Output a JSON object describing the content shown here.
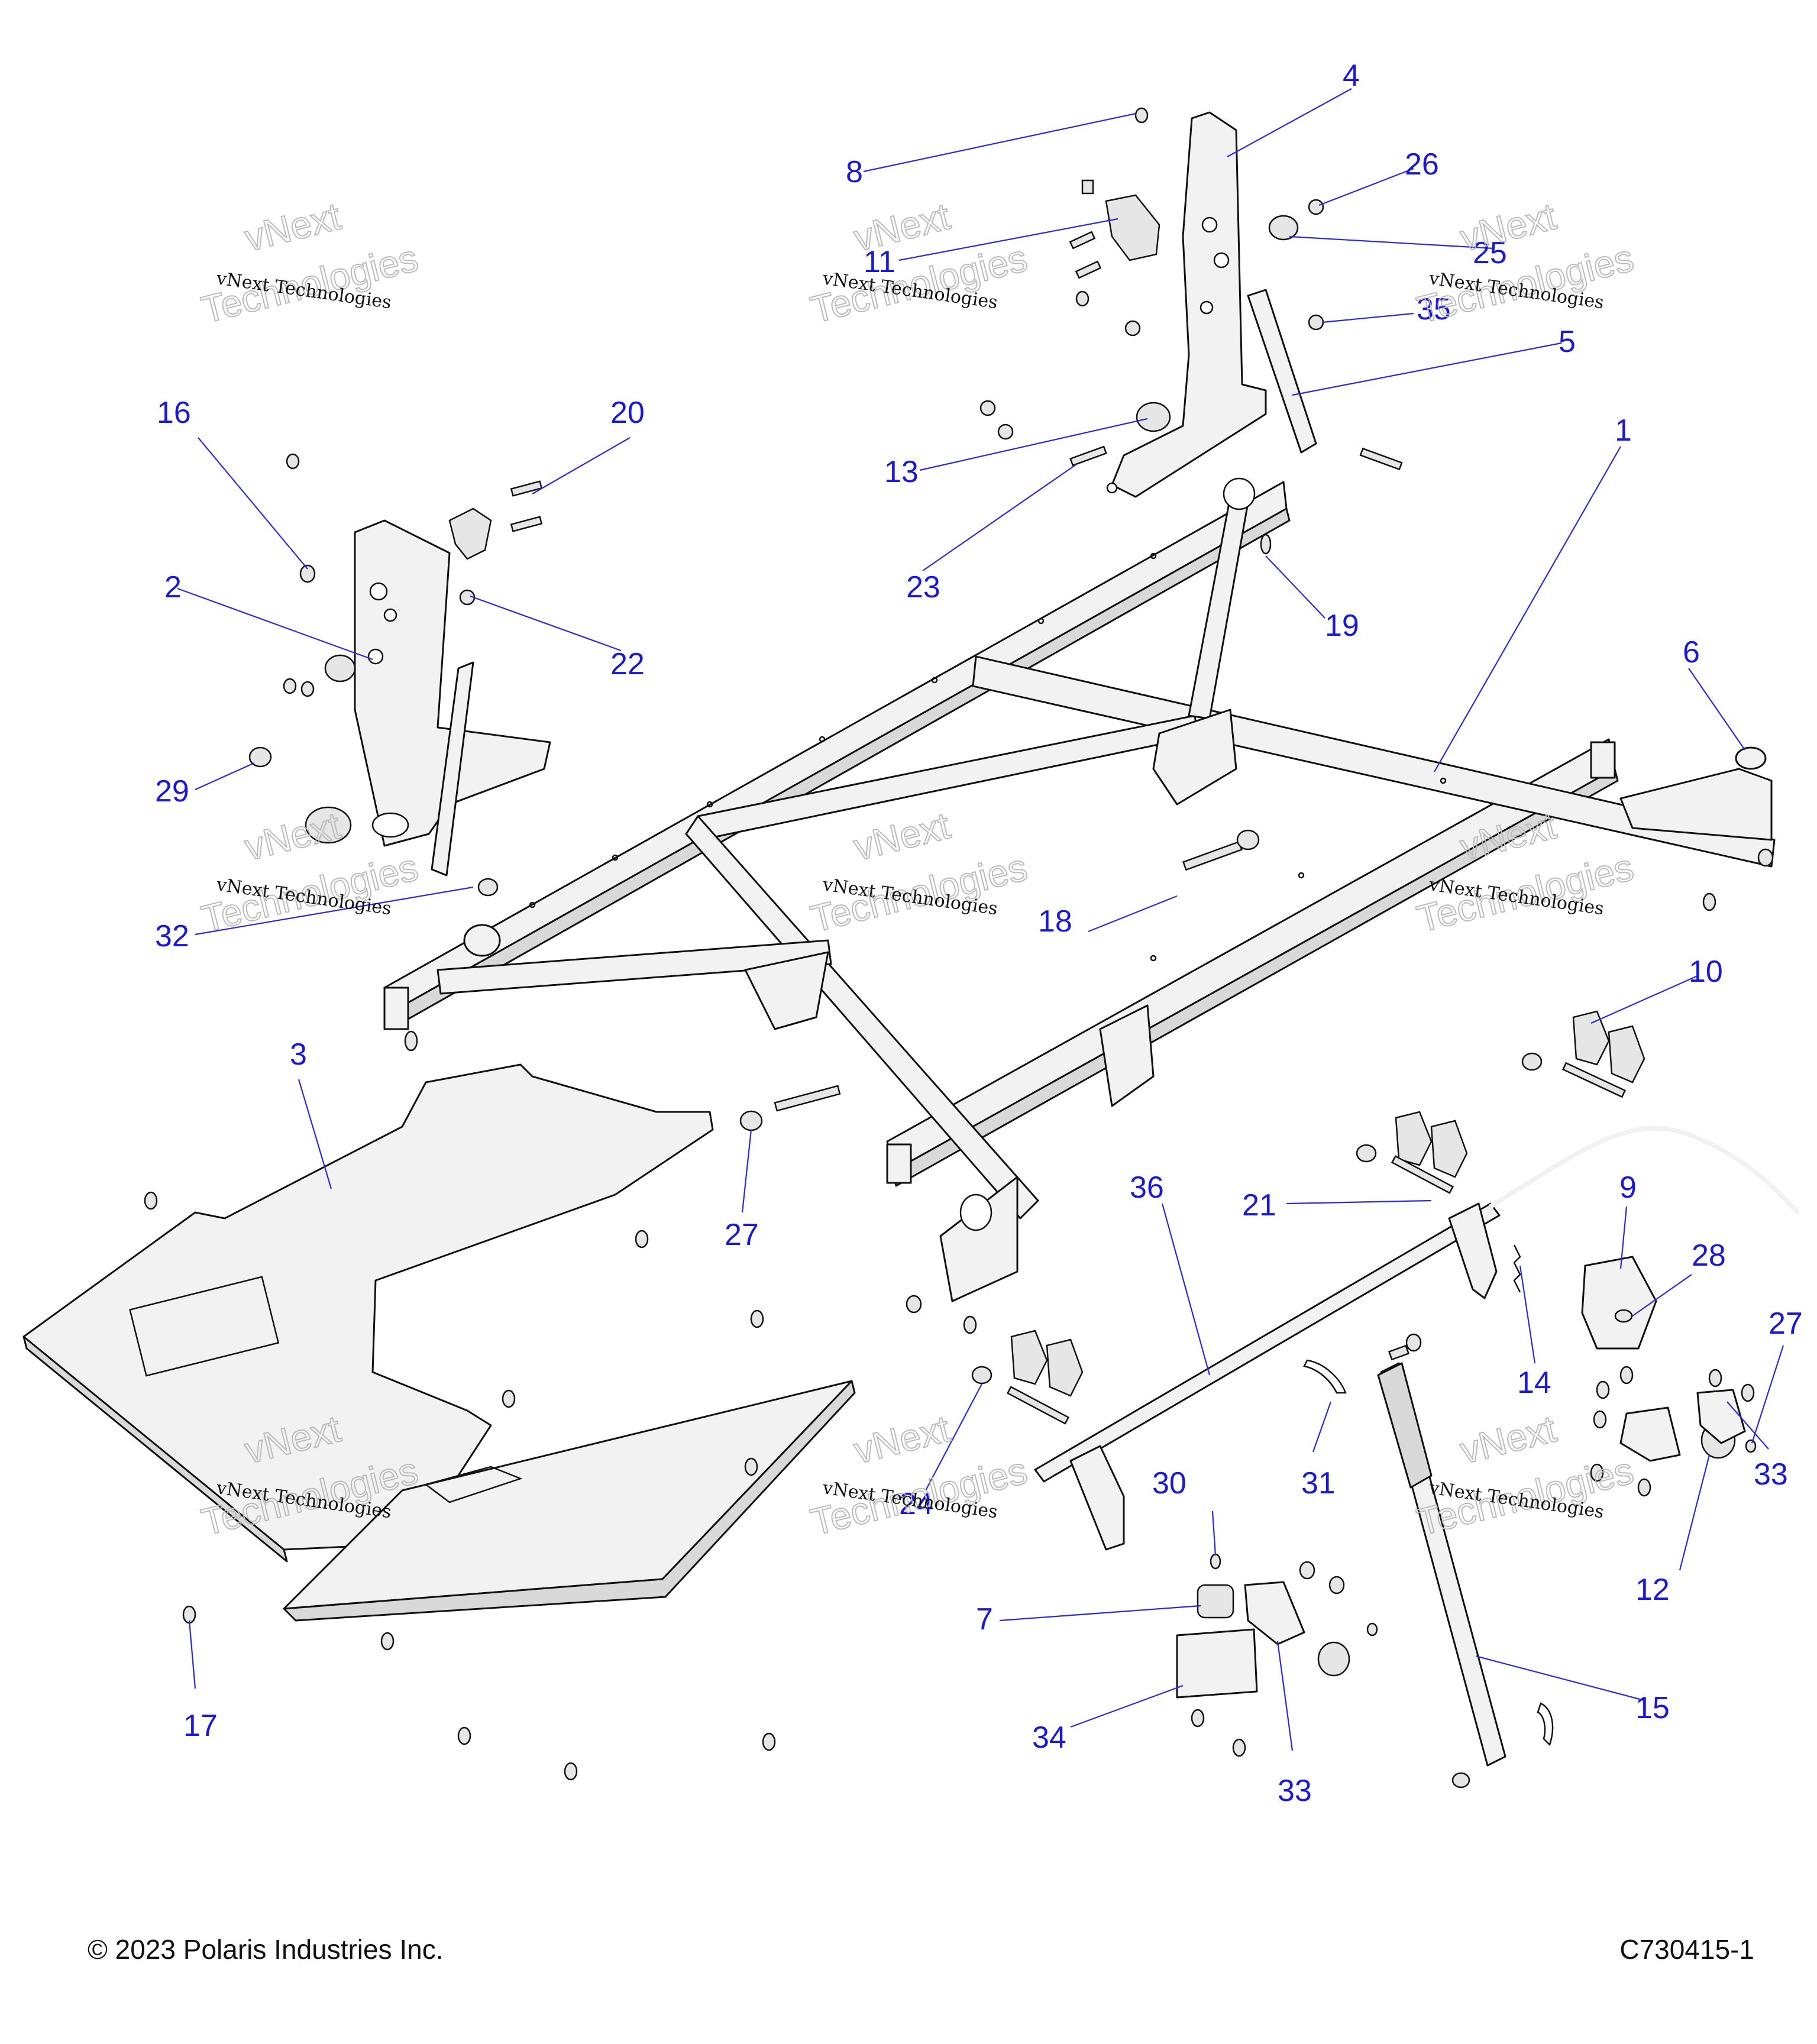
{
  "footer": {
    "copyright": "© 2023 Polaris Industries Inc.",
    "drawing_number": "C730415-1"
  },
  "watermark": {
    "line1": "vNext Technologies",
    "big_top": "vNext",
    "big_bottom": "Technologies"
  },
  "callouts": [
    "1",
    "2",
    "3",
    "4",
    "5",
    "6",
    "7",
    "8",
    "9",
    "10",
    "11",
    "12",
    "13",
    "14",
    "15",
    "16",
    "17",
    "18",
    "19",
    "20",
    "21",
    "22",
    "23",
    "24",
    "25",
    "26",
    "27",
    "27",
    "28",
    "29",
    "30",
    "31",
    "32",
    "33",
    "33",
    "34",
    "35",
    "36"
  ],
  "colors": {
    "callout": "#1a1ad6",
    "linework": "#111111"
  }
}
